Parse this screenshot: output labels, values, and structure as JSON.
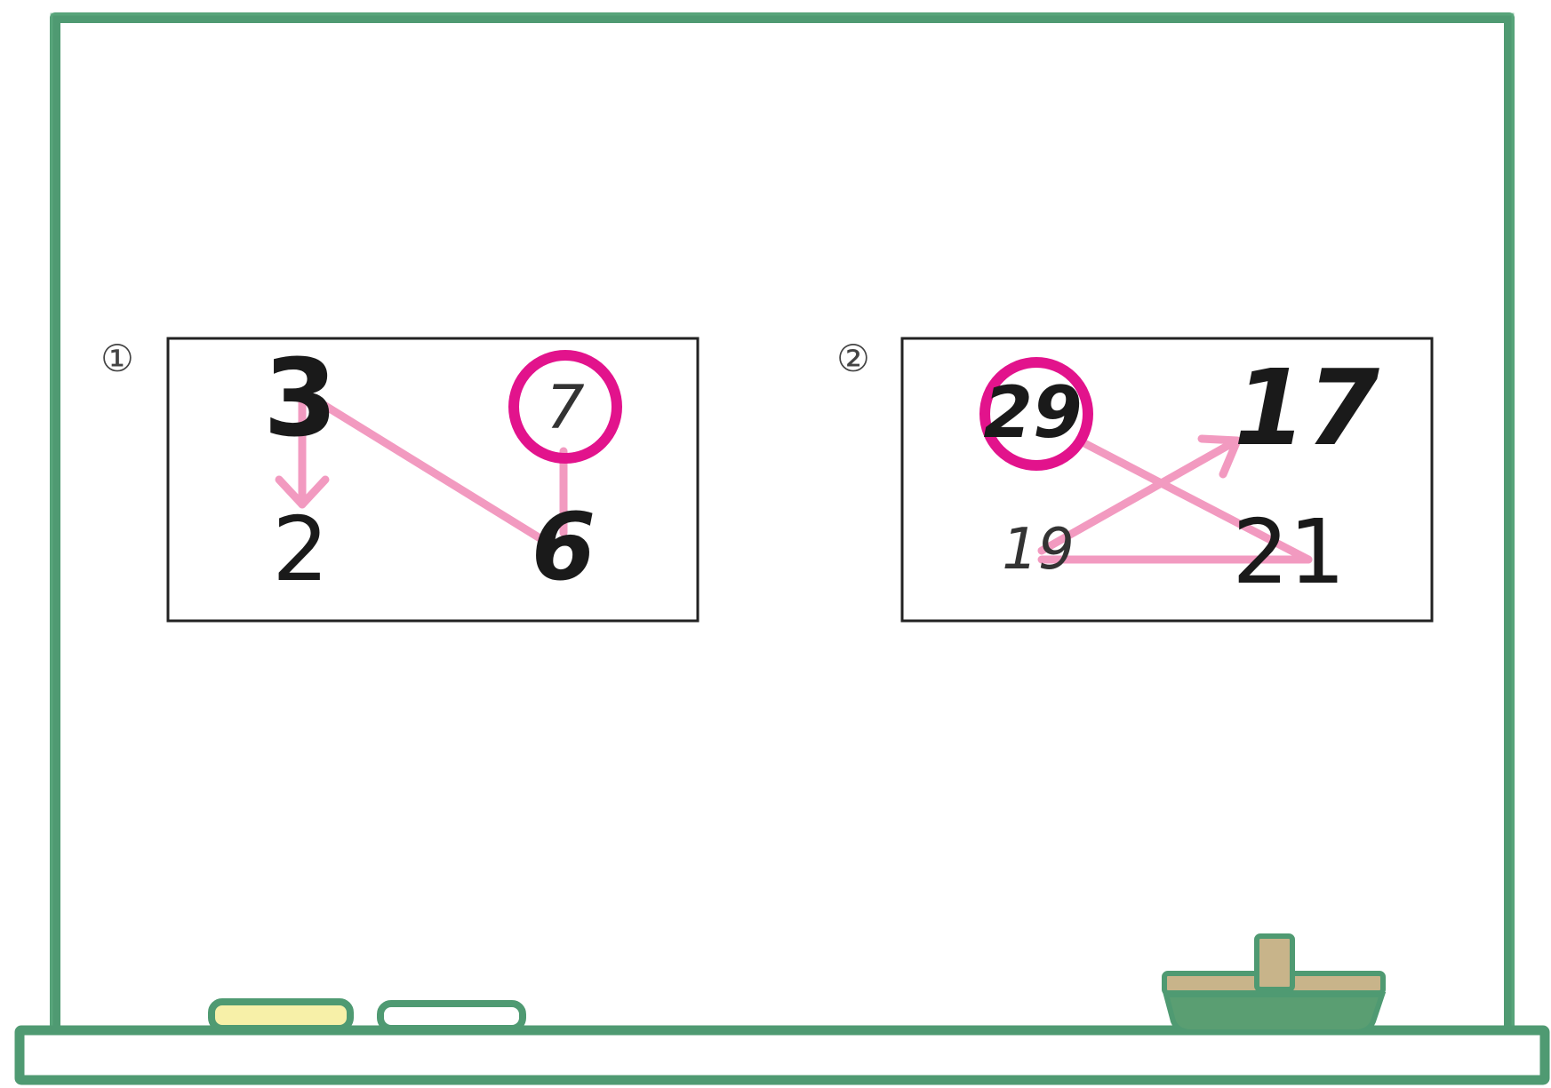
{
  "colors": {
    "board_frame": "#4f9a72",
    "board_bg": "#ffffff",
    "box_border": "#222222",
    "arrow_pink": "#f29ac0",
    "circle_magenta": "#e2138c",
    "chalk_yellow": "#f7f0a8",
    "eraser_wood": "#c8b48a",
    "eraser_green": "#5a9e72"
  },
  "puzzles": [
    {
      "label": "①",
      "numbers": [
        "3",
        "2",
        "7",
        "6"
      ],
      "circled": "7"
    },
    {
      "label": "②",
      "numbers": [
        "29",
        "17",
        "19",
        "21"
      ],
      "circled": "29"
    }
  ],
  "tray": {
    "chalk": [
      "yellow-chalk",
      "white-chalk"
    ],
    "eraser": "eraser-icon"
  }
}
